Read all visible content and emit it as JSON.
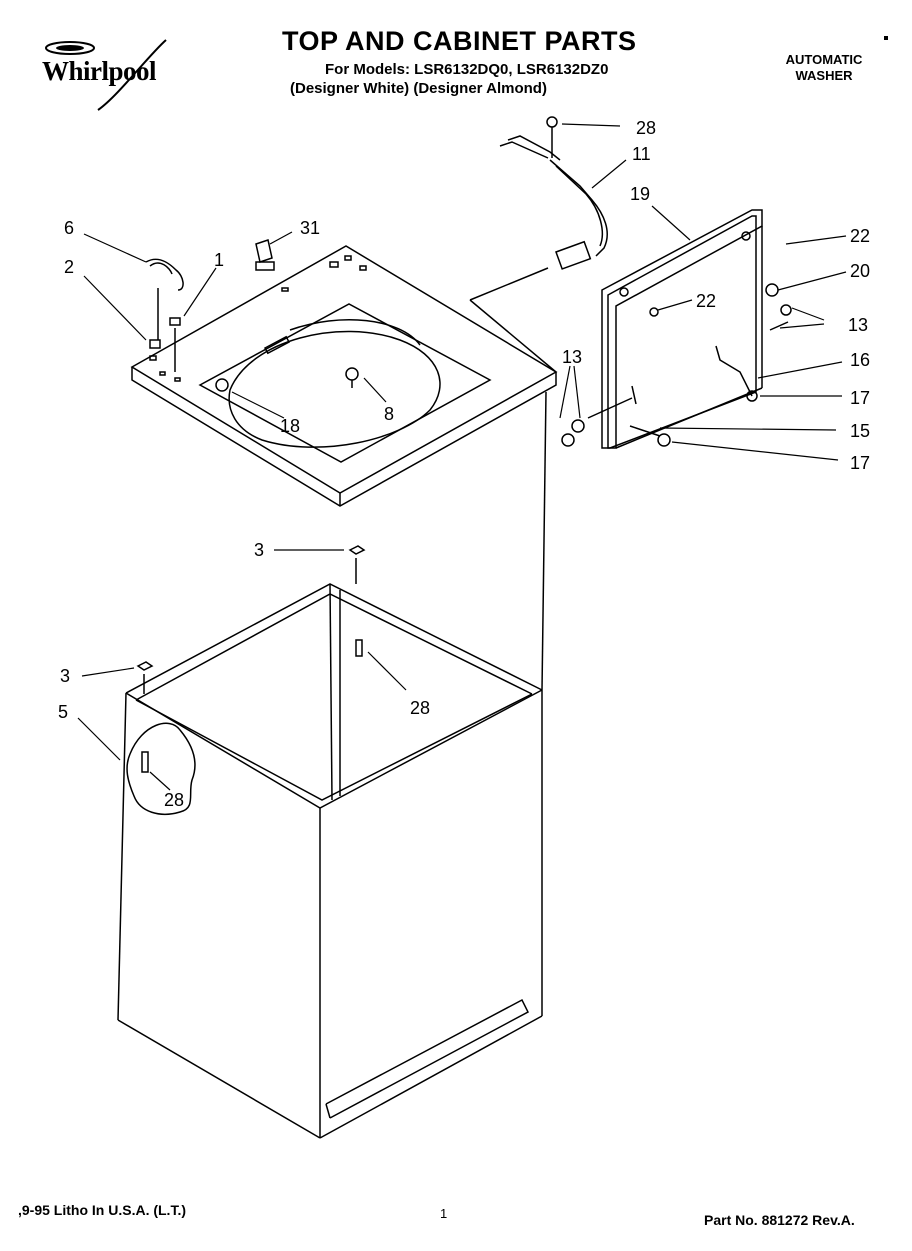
{
  "header": {
    "brand": "Whirlpool",
    "title": "TOP AND CABINET PARTS",
    "models_line": "For Models: LSR6132DQ0, LSR6132DZ0",
    "variants_line": "(Designer White) (Designer Almond)",
    "product_type_line1": "AUTOMATIC",
    "product_type_line2": "WASHER"
  },
  "callouts": [
    "28",
    "11",
    "19",
    "22",
    "20",
    "13",
    "16",
    "17",
    "15",
    "17",
    "22",
    "13",
    "6",
    "31",
    "2",
    "1",
    "8",
    "18",
    "3",
    "28",
    "3",
    "5",
    "28"
  ],
  "footer": {
    "litho": ",9-95 Litho In U.S.A. (L.T.)",
    "page": "1",
    "part_number": "Part No. 881272 Rev.A."
  }
}
